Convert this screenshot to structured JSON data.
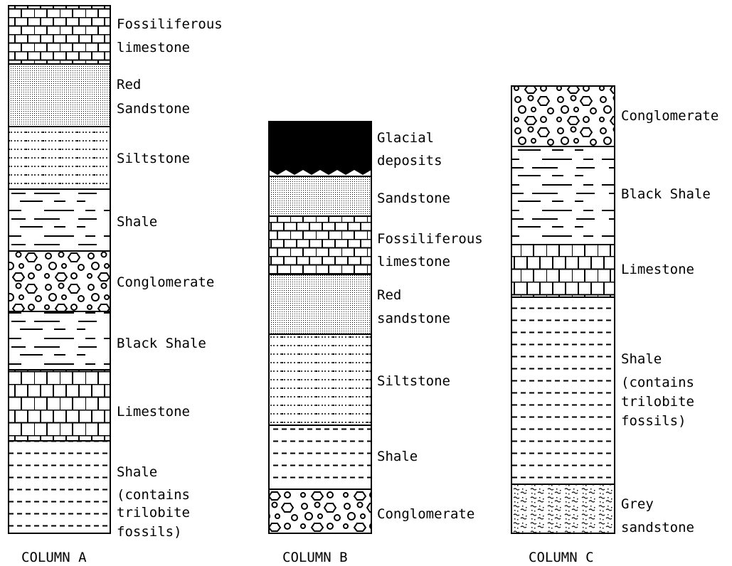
{
  "columns": [
    {
      "title": "COLUMN A",
      "layers": [
        {
          "pattern": "fossiliferous-limestone",
          "label": [
            "Fossiliferous",
            "limestone"
          ]
        },
        {
          "pattern": "sandstone",
          "label": [
            "Red",
            "Sandstone"
          ]
        },
        {
          "pattern": "siltstone",
          "label": [
            "Siltstone"
          ]
        },
        {
          "pattern": "shale-dash",
          "label": [
            "Shale"
          ]
        },
        {
          "pattern": "conglomerate",
          "label": [
            "Conglomerate"
          ]
        },
        {
          "pattern": "black-shale",
          "label": [
            "Black Shale"
          ]
        },
        {
          "pattern": "limestone",
          "label": [
            "Limestone"
          ]
        },
        {
          "pattern": "shale-fine",
          "label": [
            "Shale",
            "(contains",
            " trilobite",
            "  fossils)"
          ]
        }
      ]
    },
    {
      "title": "COLUMN B",
      "layers": [
        {
          "pattern": "glacial",
          "label": [
            "Glacial",
            "deposits"
          ]
        },
        {
          "pattern": "sandstone",
          "label": [
            "Sandstone"
          ]
        },
        {
          "pattern": "fossiliferous-limestone",
          "label": [
            "Fossiliferous",
            "limestone"
          ]
        },
        {
          "pattern": "sandstone",
          "label": [
            "Red",
            "sandstone"
          ]
        },
        {
          "pattern": "siltstone",
          "label": [
            "Siltstone"
          ]
        },
        {
          "pattern": "shale-fine",
          "label": [
            "Shale"
          ]
        },
        {
          "pattern": "conglomerate",
          "label": [
            "Conglomerate"
          ]
        }
      ]
    },
    {
      "title": "COLUMN C",
      "layers": [
        {
          "pattern": "conglomerate",
          "label": [
            "Conglomerate"
          ]
        },
        {
          "pattern": "black-shale",
          "label": [
            "Black Shale"
          ]
        },
        {
          "pattern": "limestone",
          "label": [
            "Limestone"
          ]
        },
        {
          "pattern": "shale-fine",
          "label": [
            "Shale",
            "(contains",
            " trilobite",
            "  fossils)"
          ]
        },
        {
          "pattern": "grey-sandstone",
          "label": [
            "Grey",
            "sandstone"
          ]
        }
      ]
    }
  ]
}
